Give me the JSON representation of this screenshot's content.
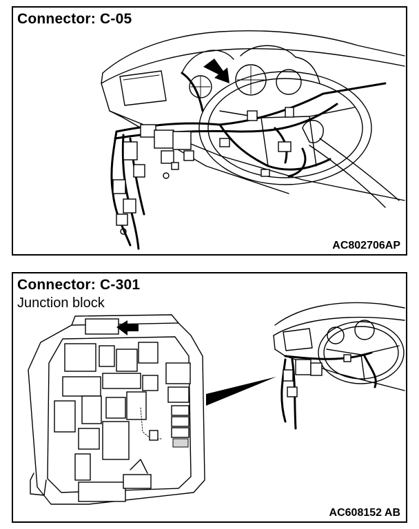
{
  "panels": [
    {
      "title": "Connector: C-05",
      "subtitle": "",
      "figure_code": "AC802706AP"
    },
    {
      "title": "Connector: C-301",
      "subtitle": "Junction block",
      "figure_code": "AC608152 AB"
    }
  ]
}
